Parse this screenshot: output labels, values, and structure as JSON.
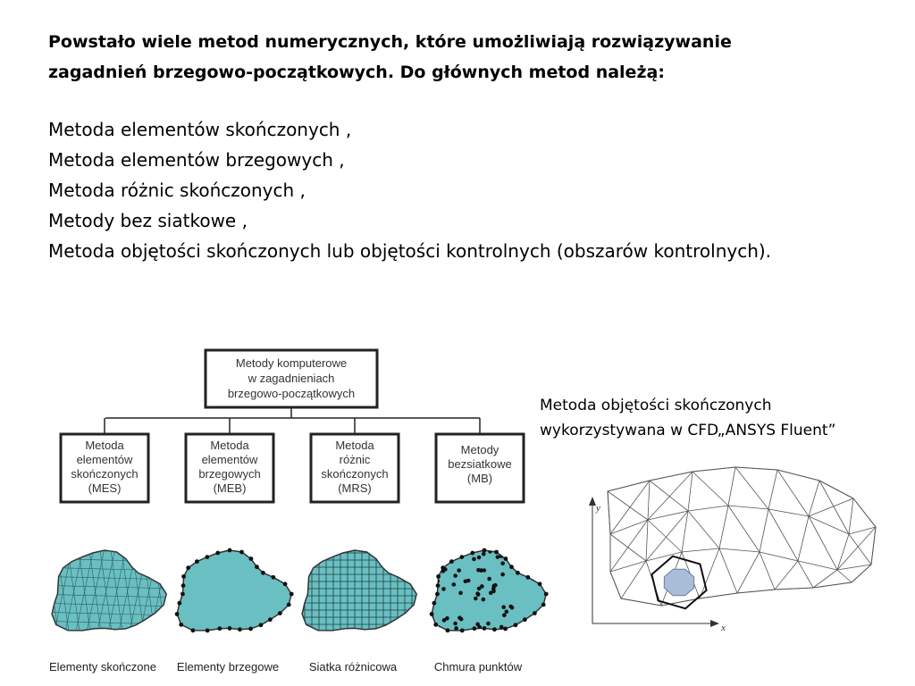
{
  "intro": {
    "line1": "Powstało wiele metod numerycznych, które umożliwiają rozwiązywanie",
    "line2": "zagadnień brzegowo-początkowych. Do głównych metod należą:"
  },
  "methods": [
    " Metoda elementów skończonych ,",
    " Metoda elementów brzegowych ,",
    " Metoda różnic skończonych ,",
    " Metody bez siatkowe ,",
    " Metoda objętości skończonych lub objętości kontrolnych (obszarów kontrolnych)."
  ],
  "diagram": {
    "root": [
      "Metody komputerowe",
      "w zagadnieniach",
      "brzegowo-początkowych"
    ],
    "children": [
      {
        "lines": [
          "Metoda",
          "elementów",
          "skończonych",
          "(MES)"
        ],
        "caption": "Elementy skończone"
      },
      {
        "lines": [
          "Metoda",
          "elementów",
          "brzegowych",
          "(MEB)"
        ],
        "caption": "Elementy brzegowe"
      },
      {
        "lines": [
          "Metoda",
          "różnic",
          "skończonych",
          "(MRS)"
        ],
        "caption": "Siatka różnicowa"
      },
      {
        "lines": [
          "Metody",
          "bezsiatkowe",
          "(MB)"
        ],
        "caption": "Chmura punktów"
      }
    ],
    "colors": {
      "fill": "#69bfc2",
      "box_border": "#222222",
      "mesh": "#555555"
    }
  },
  "fvm": {
    "caption_line1": "Metoda objętości skończonych",
    "caption_line2": "wykorzystywana w CFD„ANSYS Fluent”",
    "axis_y": "y",
    "axis_x": "x",
    "colors": {
      "cell": "#a9bcd8",
      "mesh": "#555555"
    }
  }
}
